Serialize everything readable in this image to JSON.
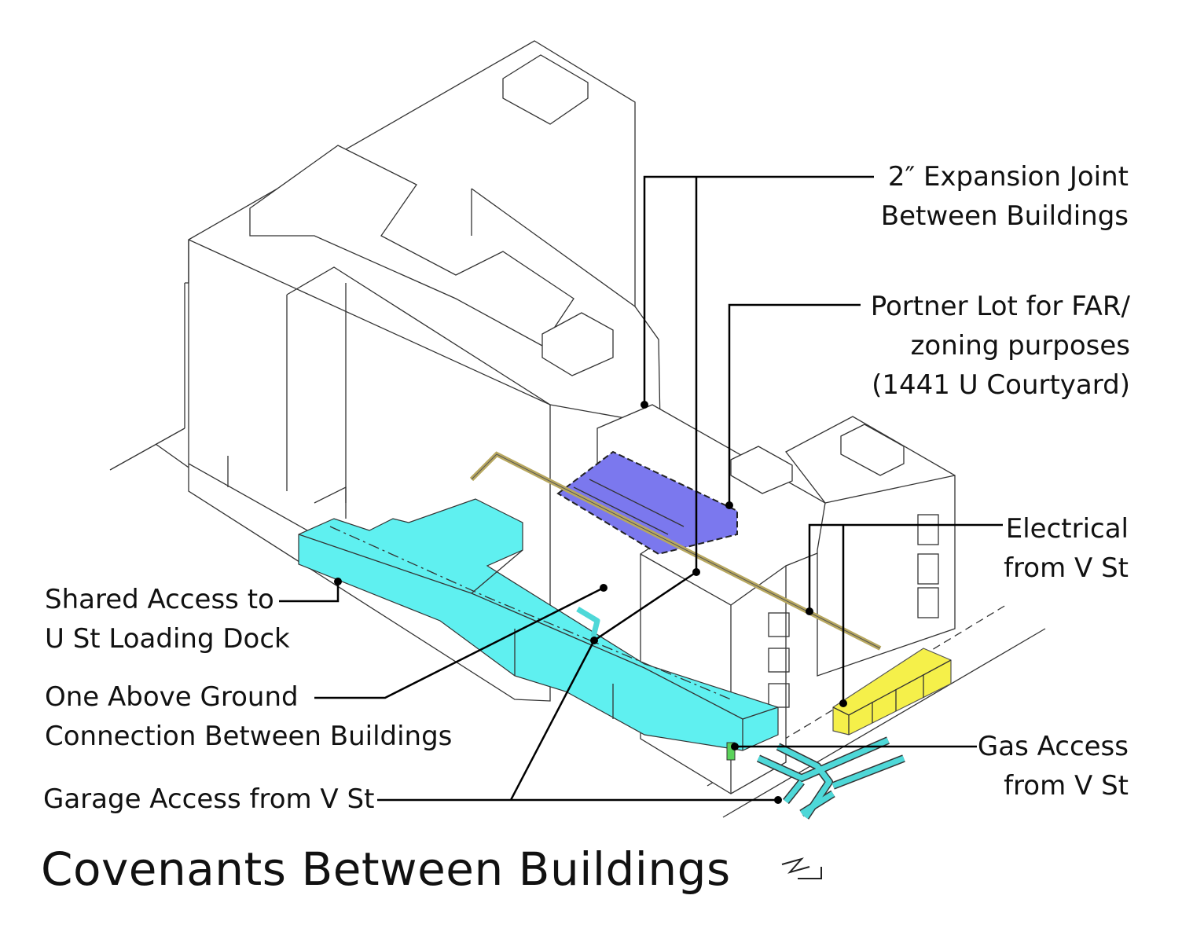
{
  "title": "Covenants Between Buildings",
  "labels": {
    "expansion_joint": {
      "line1": "2″ Expansion Joint",
      "line2": "Between Buildings"
    },
    "portner_lot": {
      "line1": "Portner Lot for FAR/",
      "line2": "zoning purposes",
      "line3": "(1441 U Courtyard)"
    },
    "electrical": {
      "line1": "Electrical",
      "line2": "from V St"
    },
    "gas": {
      "line1": "Gas Access",
      "line2": "from V St"
    },
    "shared_access": {
      "line1": "Shared Access to",
      "line2": "U St Loading Dock"
    },
    "connection": {
      "line1": "One Above Ground",
      "line2": "Connection Between Buildings"
    },
    "garage": {
      "line1": "Garage Access from V St"
    }
  },
  "colors": {
    "shared_access": "#5ff0f0",
    "portner_lot": "#7b78ee",
    "electrical": "#f5f04a",
    "expansion_joint": "#b8a860",
    "gas": "#4ed8d8"
  },
  "north_arrow": "N"
}
